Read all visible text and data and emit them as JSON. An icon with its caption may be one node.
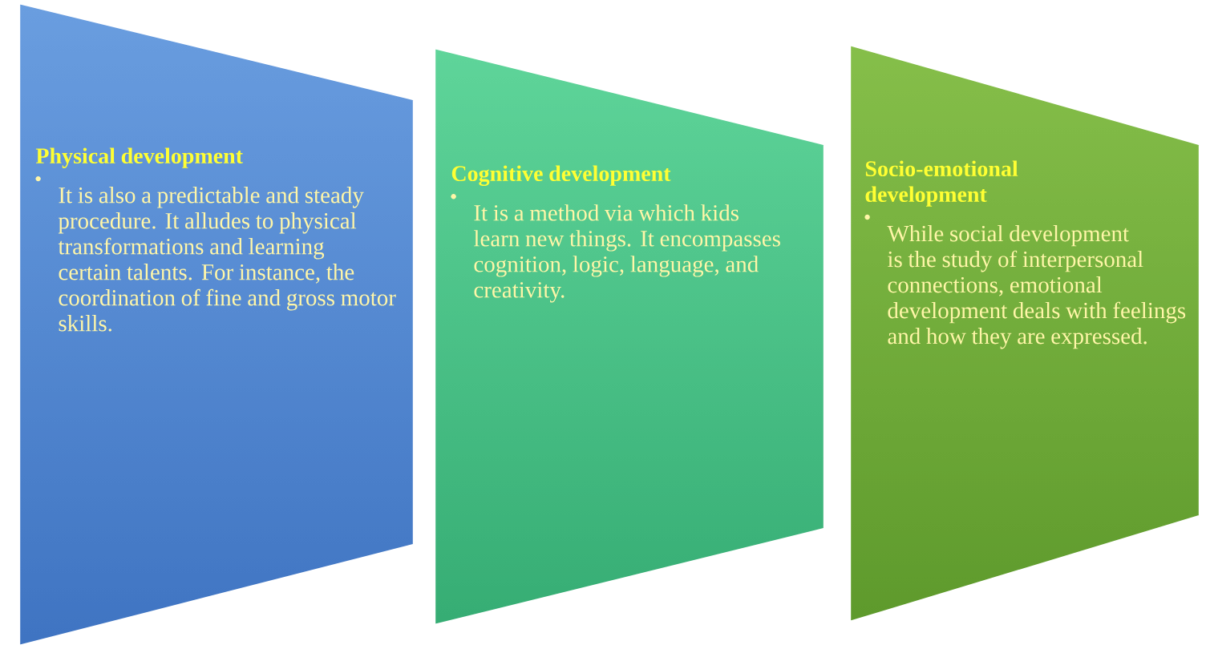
{
  "diagram": {
    "nodes": [
      {
        "text": [
          "Physical development",
          "It is also a predictable and steady procedure. It alludes to physical transformations and learning certain talents. For instance, the coordination of fine and gross motor skills."
        ]
      },
      {
        "text": [
          "Cognitive development",
          "It is a method via which kids learn new things. It encompasses cognition, logic, language, and creativity."
        ]
      },
      {
        "text": [
          "Socio-emotional development",
          "While social development is the study of interpersonal connections, emotional development deals with feelings and how they are expressed."
        ]
      }
    ]
  }
}
